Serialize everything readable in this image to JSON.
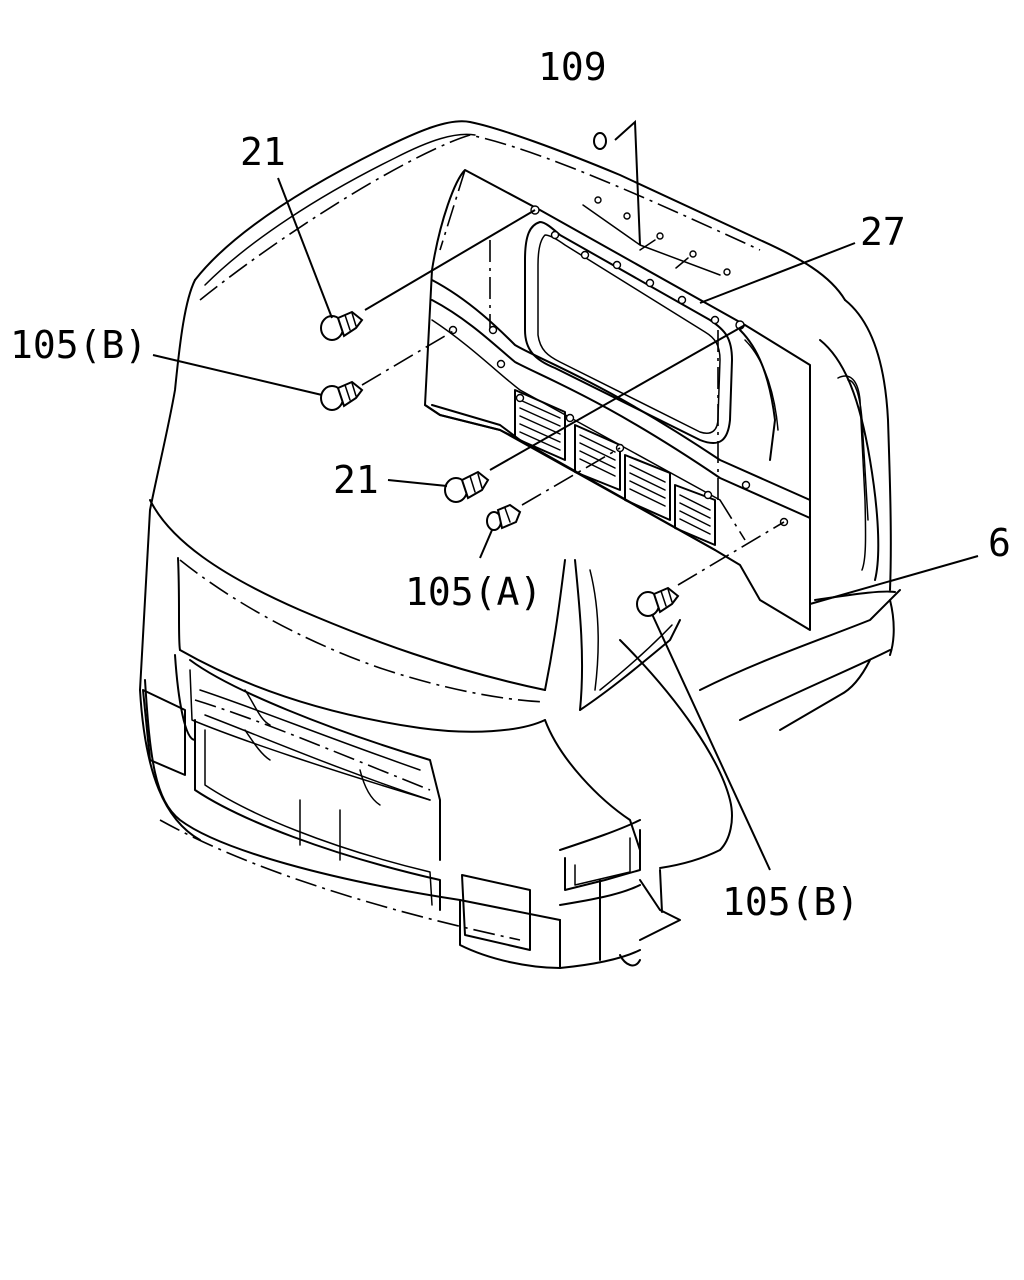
{
  "callouts": {
    "c109": "109",
    "c21_top": "21",
    "c27": "27",
    "c105b_left": "105(B)",
    "c21_mid": "21",
    "c6": "6",
    "c105a": "105(A)",
    "c105b_bottom": "105(B)"
  }
}
